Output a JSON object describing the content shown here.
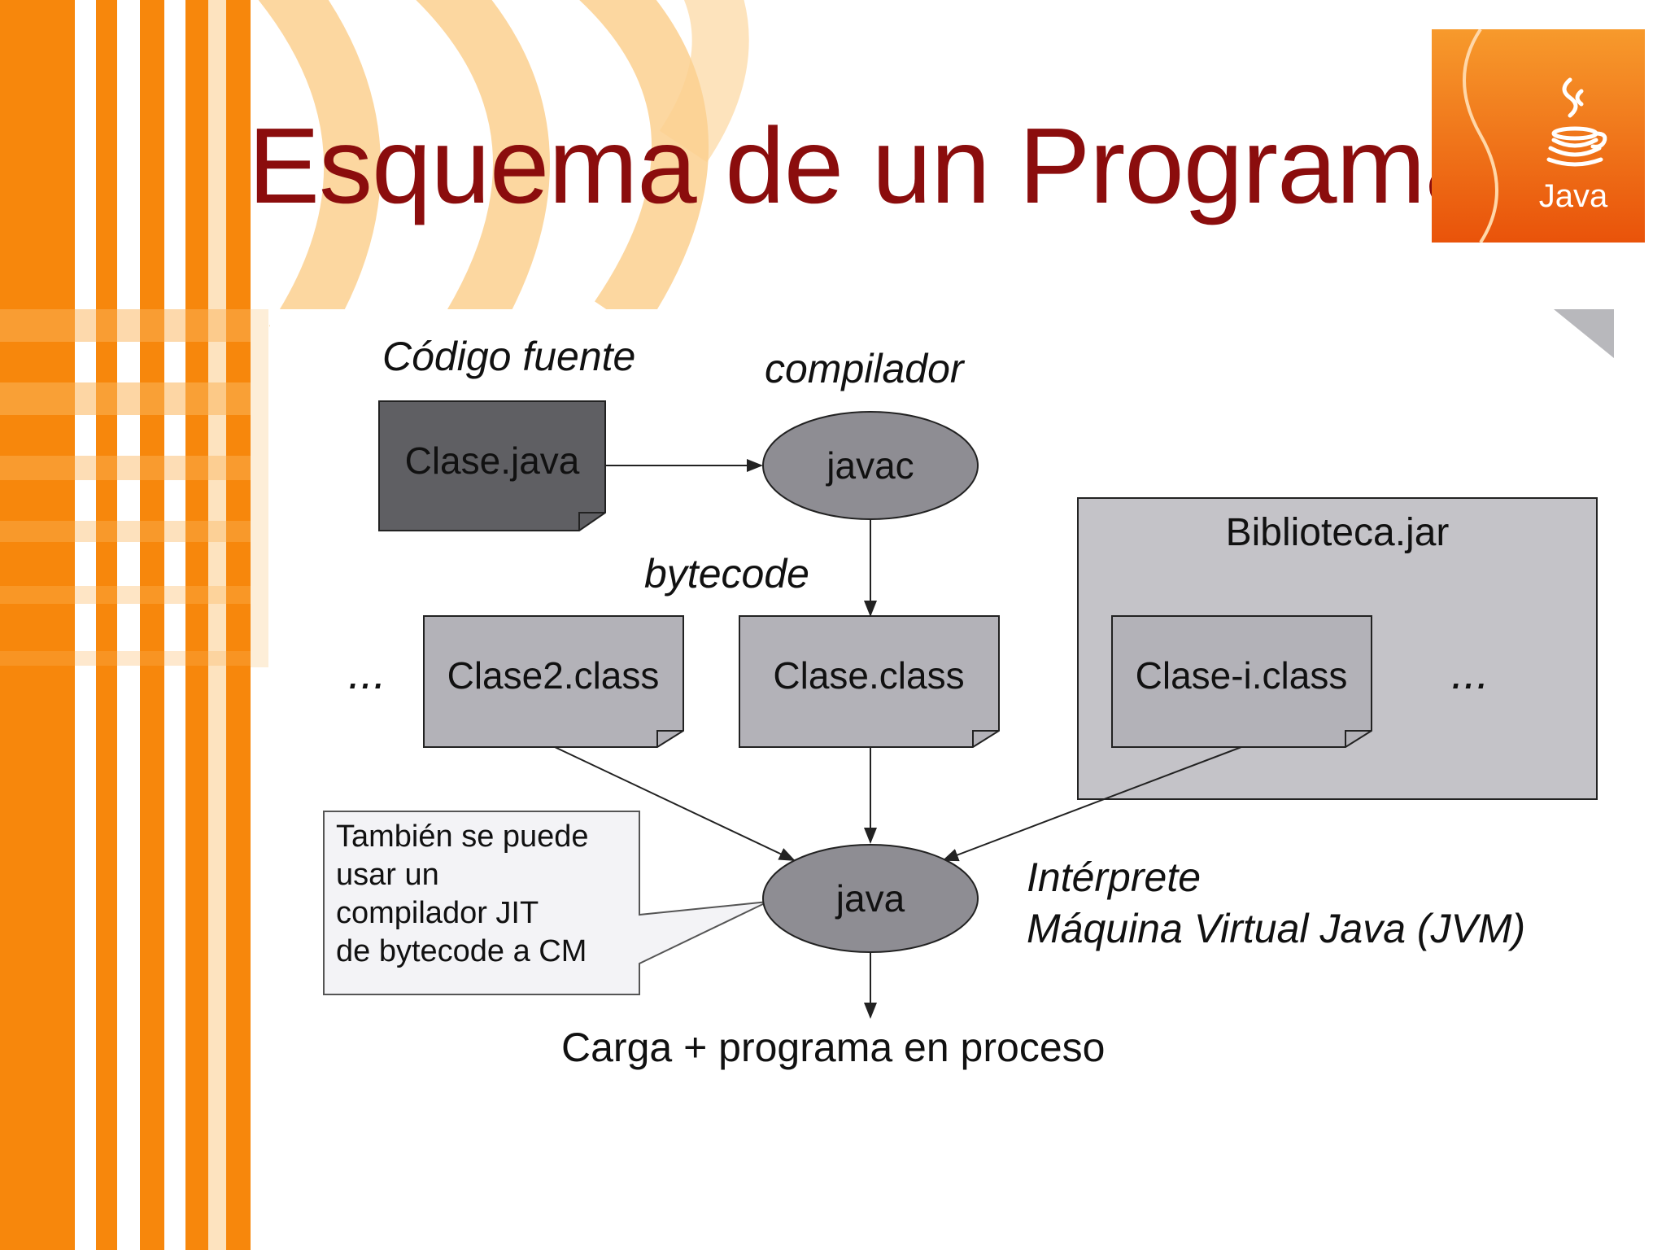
{
  "slide": {
    "title": "Esquema de un Programa"
  },
  "logo": {
    "text": "Java",
    "icon": "java-coffee-cup-icon",
    "color_top": "#f58a1a",
    "color_bottom": "#e8580b"
  },
  "colors": {
    "title": "#8b0d0d",
    "stripe_orange": "#f7870c",
    "stripe_light": "#fbd08f",
    "source_box": "#5f5f63",
    "class_box": "#b3b2b8",
    "library_box": "#c4c3c8",
    "ellipse": "#8e8d93"
  },
  "diagram": {
    "source_label": "Código fuente",
    "compiler_label": "compilador",
    "source_file": "Clase.java",
    "compiler": "javac",
    "bytecode_label": "bytecode",
    "ellipsis_left": "...",
    "class2": "Clase2.class",
    "class_main": "Clase.class",
    "library": "Biblioteca.jar",
    "class_i": "Clase-i.class",
    "ellipsis_right": "...",
    "interpreter": "java",
    "interpreter_label_1": "Intérprete",
    "interpreter_label_2": "Máquina Virtual Java (JVM)",
    "callout_lines": [
      "También se puede",
      "usar un",
      "compilador JIT",
      "de bytecode a CM"
    ],
    "result": "Carga + programa en proceso"
  }
}
